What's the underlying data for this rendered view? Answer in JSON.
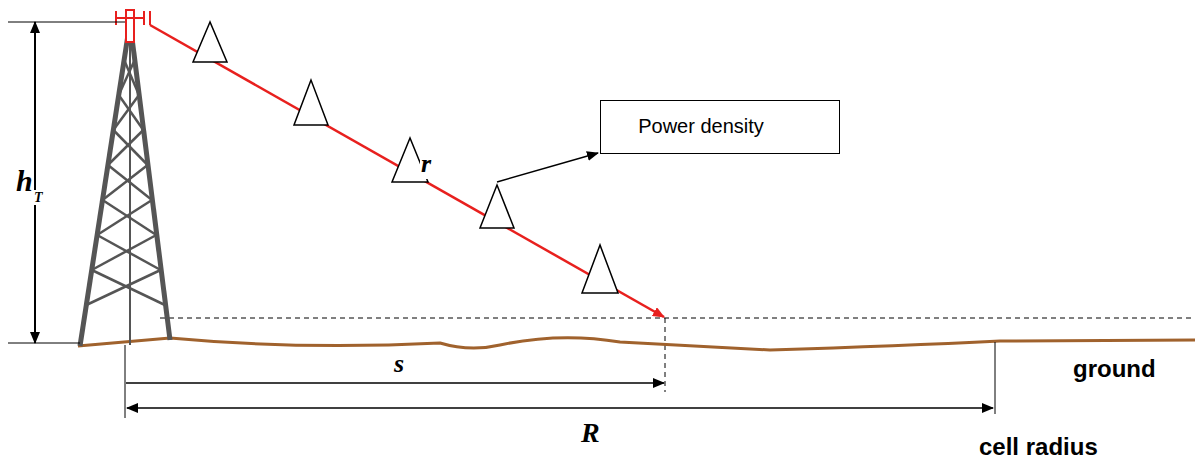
{
  "diagram": {
    "nodes": [
      {
        "text": [
          "Power density"
        ]
      }
    ],
    "labels": [
      "h",
      "T",
      "r",
      "s",
      "R",
      "ground",
      "cell radius"
    ]
  }
}
